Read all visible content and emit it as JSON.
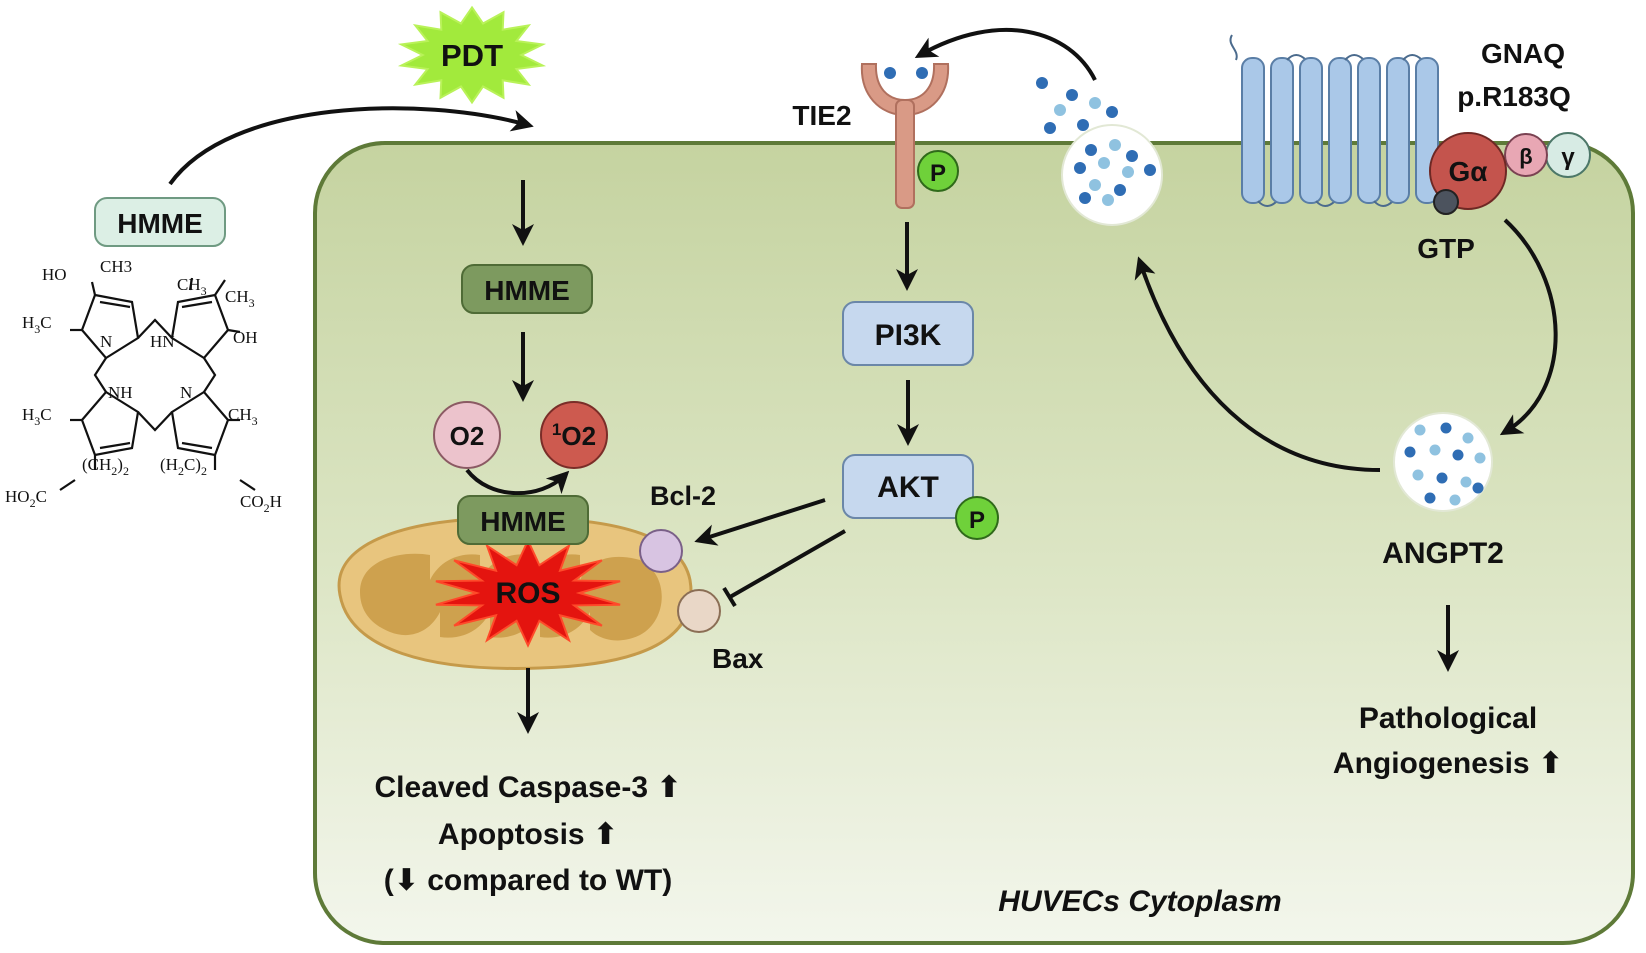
{
  "pdt": "PDT",
  "hmme_outside": "HMME",
  "hmme_inner": "HMME",
  "hmme_mito": "HMME",
  "o2": "O2",
  "singlet_o2_sup": "1",
  "singlet_o2": "O2",
  "ros": "ROS",
  "bcl2": "Bcl-2",
  "bax": "Bax",
  "tie2": "TIE2",
  "p_label": "P",
  "pi3k": "PI3K",
  "akt": "AKT",
  "gnaq_line1": "GNAQ",
  "gnaq_line2": "p.R183Q",
  "g_alpha": "Gα",
  "g_beta": "β",
  "g_gamma": "γ",
  "gtp": "GTP",
  "angpt2": "ANGPT2",
  "outcome_left": [
    "Cleaved Caspase-3 ⬆",
    "Apoptosis ⬆",
    "(⬇ compared to WT)"
  ],
  "outcome_right": [
    "Pathological",
    "Angiogenesis ⬆"
  ],
  "compartment": "HUVECs Cytoplasm",
  "structure": {
    "top_left": [
      "HO",
      "CH3"
    ],
    "top_mid": "CH",
    "top_mid_sub": "3",
    "top_right": "CH",
    "top_right_sub": "3",
    "top_right_oh": "OH",
    "left_h3c": "H",
    "left_h3c_sub": "3",
    "left_h3c_c": "C",
    "n1": "N",
    "hn": "HN",
    "nh": "NH",
    "n2": "N",
    "left2_h3c": "H",
    "left2_h3c_sub": "3",
    "left2_h3c_c": "C",
    "right2_ch": "CH",
    "right2_ch_sub": "3",
    "ch2_left": "(CH",
    "ch2_left_sub": "2",
    "ch2_left_close": ")",
    "ch2_left_sub2": "2",
    "ch2_right": "(H",
    "ch2_right_sub": "2",
    "ch2_right_c": "C)",
    "ch2_right_sub2": "2",
    "ho2c": "HO",
    "ho2c_sub": "2",
    "ho2c_c": "C",
    "co2h": "CO",
    "co2h_sub": "2",
    "co2h_h": "H"
  },
  "colors": {
    "cell_top": "#c7d5a3",
    "cell_bottom": "#f2f5ea",
    "cell_border": "#5f7a3a",
    "pdt_burst": "#9ee83a",
    "hmme_outside_fill": "#dcefe5",
    "hmme_inner_fill": "#7d9a5f",
    "protein_box": "#c6d8ee",
    "o2_fill": "#ecc3cc",
    "singlet_fill": "#cd5a4f",
    "ros_burst": "#e4140f",
    "mito_outer": "#e8c57e",
    "mito_inner": "#c99a45",
    "phospho": "#6fd13a",
    "g_alpha_fill": "#c4544d",
    "g_beta_fill": "#e8a7b4",
    "g_gamma_fill": "#d7ebe4",
    "receptor": "#aac8e8",
    "tie2": "#d99a86",
    "dot_dark": "#2f6db4",
    "dot_light": "#8fc2e0"
  }
}
